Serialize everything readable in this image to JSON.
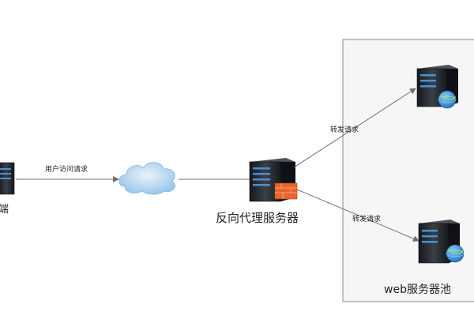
{
  "diagram": {
    "client_label": "端",
    "edge_request_label": "用户访问请求",
    "proxy_label": "反向代理服务器",
    "forward_label_top": "转发请求",
    "forward_label_bottom": "转发请求",
    "pool_label": "web服务器池"
  },
  "colors": {
    "line": "#707070",
    "pool_bg": "#f6f6f6",
    "pool_border": "#8a8a8a",
    "cloud": "#9cc7ea",
    "server_dark": "#1f2328",
    "server_light": "#3a4048",
    "firewall": "#e8642c",
    "globe": "#2f8fd6"
  }
}
